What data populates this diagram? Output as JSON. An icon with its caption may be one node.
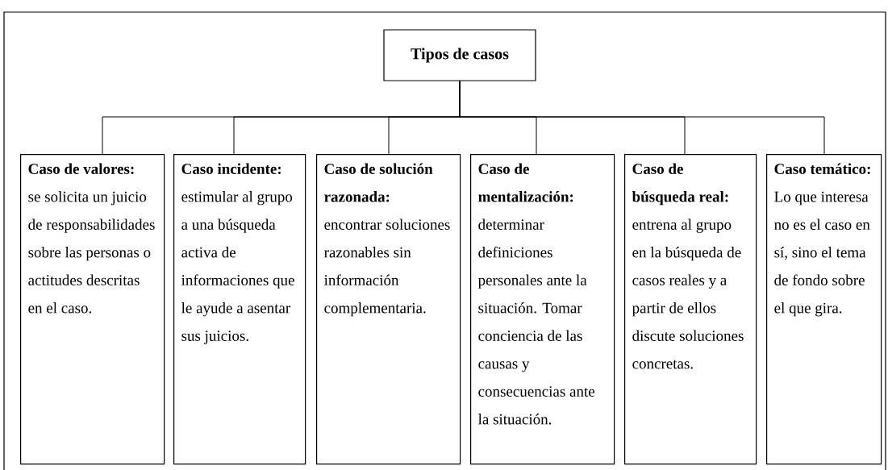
{
  "diagram": {
    "nodes": [
      {
        "text": [
          "Tipos de casos"
        ]
      },
      {
        "text": [
          "Caso de valores:",
          "se solicita un juicio de responsabilidades sobre las personas o actitudes descritas en el caso."
        ]
      },
      {
        "text": [
          "Caso incidente:",
          "estimular al grupo a una búsqueda activa de informaciones que le ayude a asentar sus juicios."
        ]
      },
      {
        "text": [
          "Caso de solución razonada:",
          "encontrar soluciones razonables sin información complementaria."
        ]
      },
      {
        "text": [
          "Caso de mentalización:",
          "determinar definiciones personales ante la situación. Tomar conciencia de las causas y consecuencias ante la situación."
        ]
      },
      {
        "text": [
          "Caso de búsqueda real:",
          "entrena al grupo en la búsqueda de casos reales y a partir de ellos discute soluciones concretas."
        ]
      },
      {
        "text": [
          "Caso temático:",
          "Lo que interesa no es el caso en sí, sino el tema de fondo sobre el que gira."
        ]
      }
    ],
    "edges": [
      {
        "from": 0,
        "to": 1,
        "arrow": "none"
      },
      {
        "from": 0,
        "to": 2,
        "arrow": "none"
      },
      {
        "from": 0,
        "to": 3,
        "arrow": "none"
      },
      {
        "from": 0,
        "to": 4,
        "arrow": "none"
      },
      {
        "from": 0,
        "to": 5,
        "arrow": "none"
      },
      {
        "from": 0,
        "to": 6,
        "arrow": "none"
      }
    ]
  }
}
